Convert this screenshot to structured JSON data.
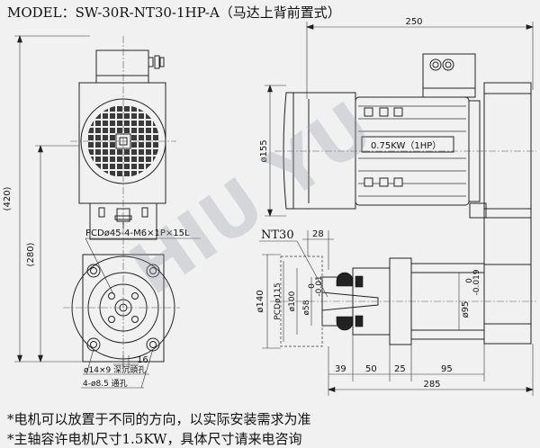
{
  "model": {
    "title": "MODEL：SW-30R-NT30-1HP-A（马达上背前置式）"
  },
  "watermark": "HIU YU",
  "front_view": {
    "height_total": "(420)",
    "height_lower": "(280)",
    "pcd_label": "PCDø45-4-M6×1P×15L",
    "offset_dim": "16",
    "hole_note_1": "ø14×9 深沉頭孔",
    "hole_note_2": "4-ø8.5 通孔"
  },
  "motor_view": {
    "width_dim": "250",
    "dia_dim": "ø155",
    "power_label": "0.75KW（1HP）"
  },
  "spindle_view": {
    "taper_label": "NT30",
    "offset_dim": "28",
    "dia_140": "ø140",
    "pcd_115": "PCDø115",
    "dia_100": "ø100",
    "dia_58": "ø58",
    "tol_58_upper": "0",
    "tol_58_lower": "-0.01",
    "dia_95": "ø95",
    "tol_95_upper": "0",
    "tol_95_lower": "-0.019",
    "len_39": "39",
    "len_50": "50",
    "len_25": "25",
    "len_95": "95",
    "len_total": "285"
  },
  "notes": [
    "*电机可以放置于不同的方向，以实际安装需求为准",
    "*主轴容许电机尺寸1.5KW，具体尺寸请来电咨询"
  ]
}
